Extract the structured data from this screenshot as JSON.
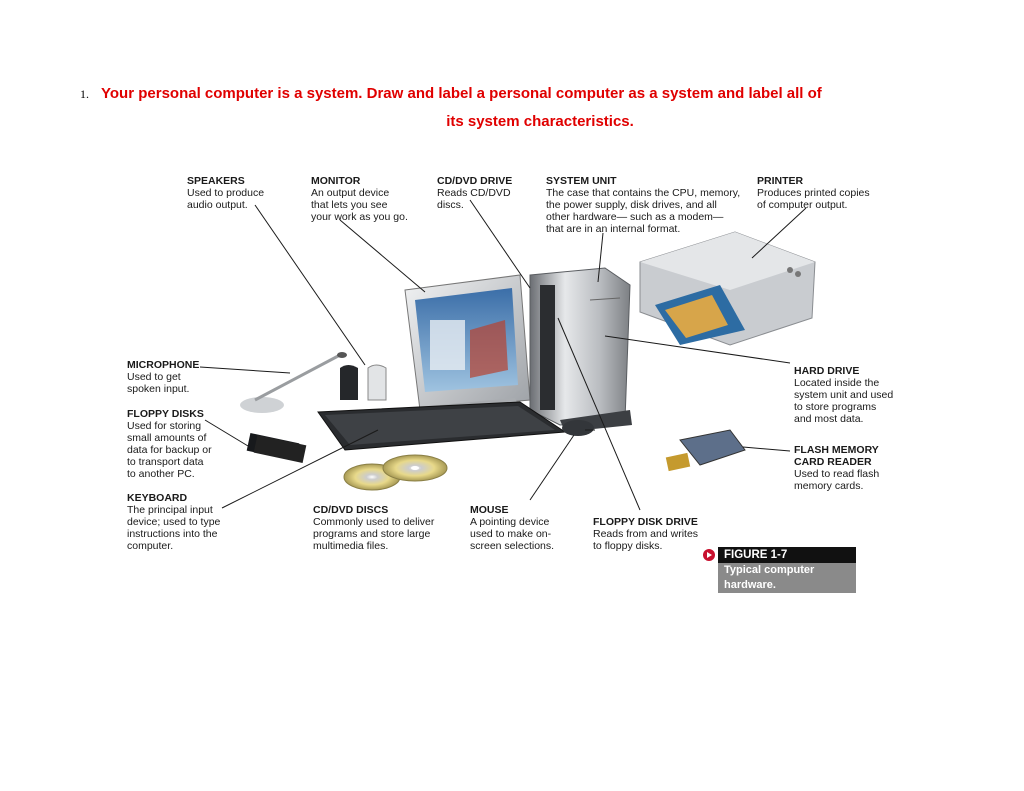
{
  "question": {
    "number": "1.",
    "line1": "Your personal computer is a system. Draw and label a personal computer as a system and label all of",
    "line2": "its system characteristics."
  },
  "labels": {
    "speakers": {
      "title": "SPEAKERS",
      "desc": [
        "Used to produce",
        "audio output."
      ]
    },
    "monitor": {
      "title": "MONITOR",
      "desc": [
        "An output device",
        "that lets you see",
        "your work as you go."
      ]
    },
    "cddrive": {
      "title": "CD/DVD DRIVE",
      "desc": [
        "Reads CD/DVD",
        "discs."
      ]
    },
    "systemunit": {
      "title": "SYSTEM UNIT",
      "desc": [
        "The case that contains the CPU, memory,",
        "the power supply, disk drives, and all",
        "other hardware— such as a modem—",
        "that are in an internal format."
      ]
    },
    "printer": {
      "title": "PRINTER",
      "desc": [
        "Produces printed copies",
        "of computer output."
      ]
    },
    "microphone": {
      "title": "MICROPHONE",
      "desc": [
        "Used to get",
        "spoken input."
      ]
    },
    "floppydisks": {
      "title": "FLOPPY DISKS",
      "desc": [
        "Used for storing",
        "small amounts of",
        "data for backup or",
        "to transport data",
        "to another PC."
      ]
    },
    "keyboard": {
      "title": "KEYBOARD",
      "desc": [
        "The principal input",
        "device; used to type",
        "instructions into the",
        "computer."
      ]
    },
    "cddiscs": {
      "title": "CD/DVD DISCS",
      "desc": [
        "Commonly used to deliver",
        "programs and store large",
        "multimedia files."
      ]
    },
    "mouse": {
      "title": "MOUSE",
      "desc": [
        "A pointing device",
        "used to make on-",
        "screen selections."
      ]
    },
    "floppydrive": {
      "title": "FLOPPY DISK DRIVE",
      "desc": [
        "Reads from and writes",
        "to floppy disks."
      ]
    },
    "harddrive": {
      "title": "HARD DRIVE",
      "desc": [
        "Located inside the",
        "system unit and used",
        "to store programs",
        "and most data."
      ]
    },
    "flashreader": {
      "title": "FLASH MEMORY",
      "title2": "CARD READER",
      "desc": [
        "Used to read flash",
        "memory cards."
      ]
    }
  },
  "figure_caption": {
    "heading": "FIGURE 1-7",
    "line1": "Typical computer",
    "line2": "hardware."
  }
}
